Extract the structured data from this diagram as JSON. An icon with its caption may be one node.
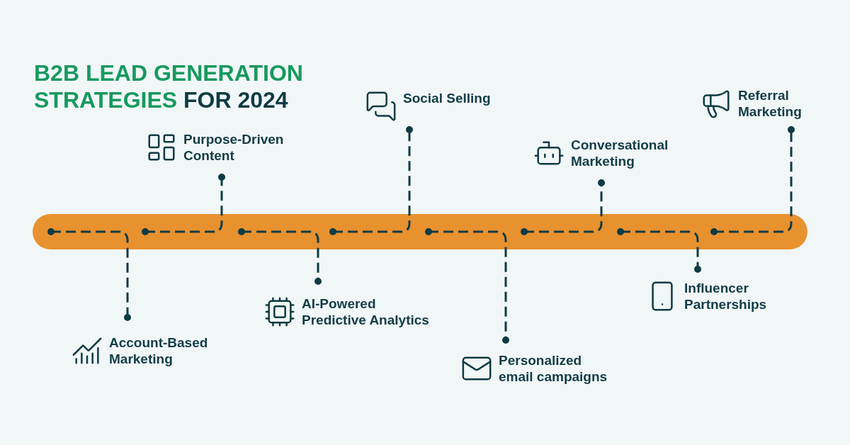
{
  "diagram": {
    "title": "B2B LEAD GENERATION STRATEGIES **FOR 2024**",
    "nodes": [
      {
        "text": [],
        "shape": "bar"
      },
      {
        "text": [
          "Account-Based Marketing"
        ]
      },
      {
        "text": [
          "Purpose-Driven Content"
        ]
      },
      {
        "text": [
          "AI-Powered Predictive Analytics"
        ]
      },
      {
        "text": [
          "Social Selling"
        ]
      },
      {
        "text": [
          "Personalized email campaigns"
        ]
      },
      {
        "text": [
          "Conversational Marketing"
        ]
      },
      {
        "text": [
          "Influencer Partnerships"
        ]
      },
      {
        "text": [
          "Referral Marketing"
        ]
      }
    ],
    "edges": [
      {
        "from": 0,
        "to": 1,
        "arrow": "other",
        "style": "dashed"
      },
      {
        "from": 0,
        "to": 2,
        "arrow": "other",
        "style": "dashed"
      },
      {
        "from": 0,
        "to": 3,
        "arrow": "other",
        "style": "dashed"
      },
      {
        "from": 0,
        "to": 4,
        "arrow": "other",
        "style": "dashed"
      },
      {
        "from": 0,
        "to": 5,
        "arrow": "other",
        "style": "dashed"
      },
      {
        "from": 0,
        "to": 6,
        "arrow": "other",
        "style": "dashed"
      },
      {
        "from": 0,
        "to": 7,
        "arrow": "other",
        "style": "dashed"
      },
      {
        "from": 0,
        "to": 8,
        "arrow": "other",
        "style": "dashed"
      }
    ]
  }
}
